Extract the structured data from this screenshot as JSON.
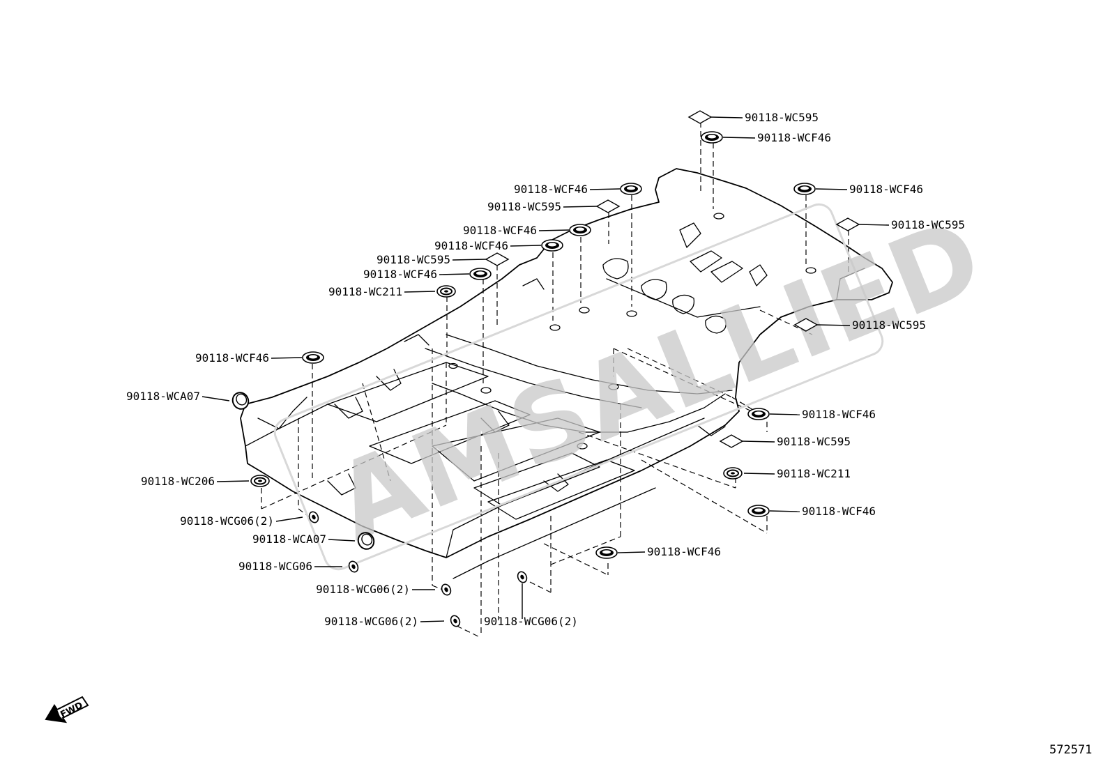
{
  "watermark": "AMSALLIED",
  "fwd_label": "FWD",
  "figure_number": "572571",
  "callouts": [
    {
      "id": "c1",
      "label": "90118-WC595",
      "part": "diamond"
    },
    {
      "id": "c2",
      "label": "90118-WCF46",
      "part": "grommet"
    },
    {
      "id": "c3",
      "label": "90118-WCF46",
      "part": "grommet"
    },
    {
      "id": "c4",
      "label": "90118-WCF46",
      "part": "grommet"
    },
    {
      "id": "c5",
      "label": "90118-WC595",
      "part": "diamond"
    },
    {
      "id": "c6",
      "label": "90118-WC595",
      "part": "diamond"
    },
    {
      "id": "c7",
      "label": "90118-WCF46",
      "part": "grommet"
    },
    {
      "id": "c8",
      "label": "90118-WCF46",
      "part": "grommet"
    },
    {
      "id": "c9",
      "label": "90118-WC595",
      "part": "diamond"
    },
    {
      "id": "c10",
      "label": "90118-WCF46",
      "part": "grommet"
    },
    {
      "id": "c11",
      "label": "90118-WC211",
      "part": "clip"
    },
    {
      "id": "c12",
      "label": "90118-WC595",
      "part": "diamond"
    },
    {
      "id": "c13",
      "label": "90118-WCF46",
      "part": "grommet"
    },
    {
      "id": "c14",
      "label": "90118-WCA07",
      "part": "plug"
    },
    {
      "id": "c15",
      "label": "90118-WCF46",
      "part": "grommet"
    },
    {
      "id": "c16",
      "label": "90118-WC595",
      "part": "diamond"
    },
    {
      "id": "c17",
      "label": "90118-WC211",
      "part": "clip"
    },
    {
      "id": "c18",
      "label": "90118-WC206",
      "part": "clip"
    },
    {
      "id": "c19",
      "label": "90118-WCF46",
      "part": "grommet"
    },
    {
      "id": "c20",
      "label": "90118-WCG06(2)",
      "part": "small"
    },
    {
      "id": "c21",
      "label": "90118-WCA07",
      "part": "plug"
    },
    {
      "id": "c22",
      "label": "90118-WCF46",
      "part": "grommet"
    },
    {
      "id": "c23",
      "label": "90118-WCG06",
      "part": "small"
    },
    {
      "id": "c24",
      "label": "90118-WCG06(2)",
      "part": "small"
    },
    {
      "id": "c25",
      "label": "90118-WCG06(2)",
      "part": "small"
    },
    {
      "id": "c26",
      "label": "90118-WCG06(2)",
      "part": "small"
    }
  ]
}
